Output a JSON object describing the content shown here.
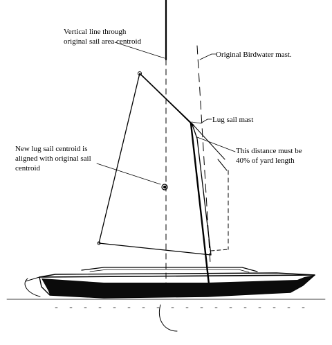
{
  "labels": {
    "vertical_line": [
      "Vertical line through",
      "original sail area centroid"
    ],
    "birdwater_mast": "Original Birdwater mast.",
    "lug_sail_mast": "Lug sail mast",
    "new_centroid": [
      "New lug sail centroid is",
      "aligned with original sail",
      "centroid"
    ],
    "distance_note": [
      "This distance must be",
      "40% of yard length"
    ]
  }
}
